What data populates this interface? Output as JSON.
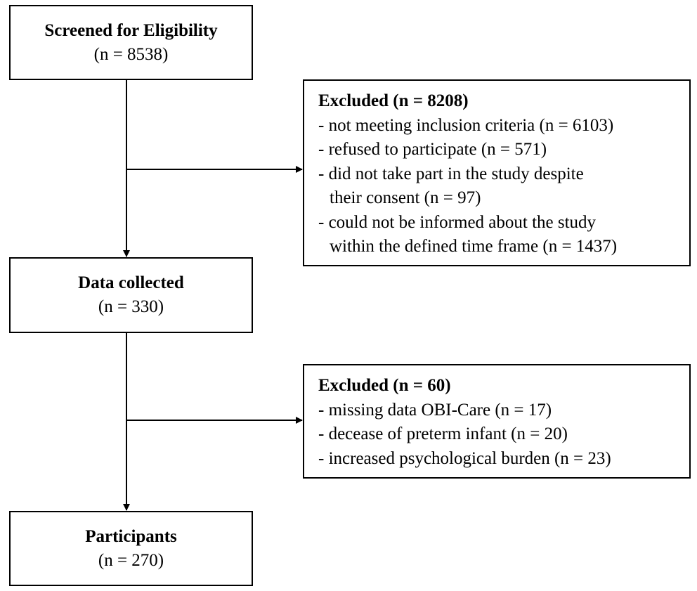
{
  "steps": [
    {
      "title": "Screened for Eligibility",
      "count": "(n = 8538)"
    },
    {
      "title": "Data collected",
      "count": "(n = 330)"
    },
    {
      "title": "Participants",
      "count": "(n = 270)"
    }
  ],
  "exclusions": [
    {
      "title": "Excluded (n = 8208)",
      "items": [
        {
          "line1": "- not meeting inclusion criteria (n = 6103)"
        },
        {
          "line1": "- refused to participate (n = 571)"
        },
        {
          "line1": "- did not take part in the study despite",
          "line2": "their consent (n = 97)"
        },
        {
          "line1": "- could not be informed about the study",
          "line2": "within the defined time frame (n = 1437)"
        }
      ]
    },
    {
      "title": "Excluded (n = 60)",
      "items": [
        {
          "line1": "- missing data OBI-Care (n = 17)"
        },
        {
          "line1": "- decease of preterm infant (n = 20)"
        },
        {
          "line1": "- increased psychological burden (n = 23)"
        }
      ]
    }
  ]
}
